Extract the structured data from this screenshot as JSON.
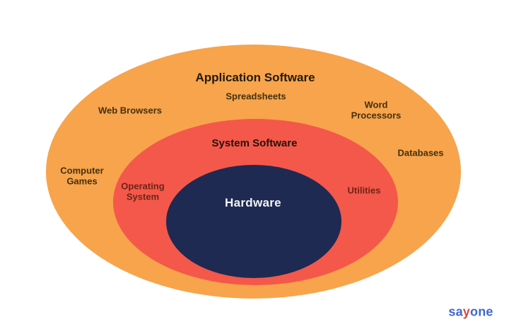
{
  "diagram": {
    "layers": {
      "application": {
        "title": "Application Software",
        "color": "#F7A44C",
        "text_color": "#221909"
      },
      "system": {
        "title": "System Software",
        "color": "#F4584A",
        "text_color": "#24100a"
      },
      "hardware": {
        "title": "Hardware",
        "color": "#1E2A52",
        "text_color": "#f4f4f4"
      }
    },
    "application_items": [
      {
        "label": "Web Browsers"
      },
      {
        "label": "Spreadsheets"
      },
      {
        "label": "Word Processors"
      },
      {
        "label": "Databases"
      },
      {
        "label": "Computer Games"
      }
    ],
    "system_items": [
      {
        "label": "Operating System"
      },
      {
        "label": "Utilities"
      }
    ]
  },
  "branding": {
    "logo_part_1": "sa",
    "logo_part_2": "y",
    "logo_part_3": "one",
    "logo_color": "#3E68CE",
    "logo_accent_color": "#D9493E"
  }
}
